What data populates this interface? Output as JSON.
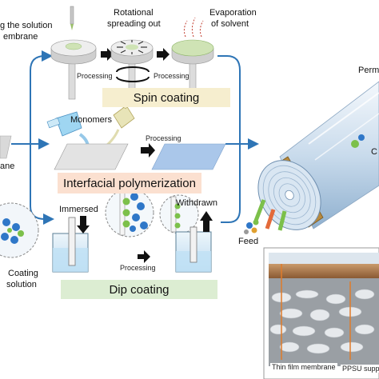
{
  "labels": {
    "spin_top_left_line1": "g the solution",
    "spin_top_left_line2": "embrane",
    "rotational_line1": "Rotational",
    "rotational_line2": "spreading out",
    "evaporation_line1": "Evaporation",
    "evaporation_line2": "of solvent",
    "processing": "Processing",
    "monomers": "Monomers",
    "left_fragment": "ane",
    "immersed": "Immersed",
    "withdrawn": "Withdrawn",
    "coating_solution_line1": "Coating",
    "coating_solution_line2": "solution",
    "feed": "Feed",
    "permeate_fragment": "Perm",
    "right_fragment": "C",
    "thin_film_membrane": "Thin film membrane",
    "ppsu_support": "PPSU suppo"
  },
  "methods": {
    "spin_coating": "Spin coating",
    "interfacial_polymerization": "Interfacial polymerization",
    "dip_coating": "Dip coating"
  },
  "colors": {
    "spin_band": "#f6eecf",
    "interfacial_band": "#fbe0d0",
    "dip_band": "#dcedd2",
    "arrow_blue": "#2e75b6",
    "membrane_green": "#cfe3b5",
    "disc_grey": "#e3e3e3"
  }
}
